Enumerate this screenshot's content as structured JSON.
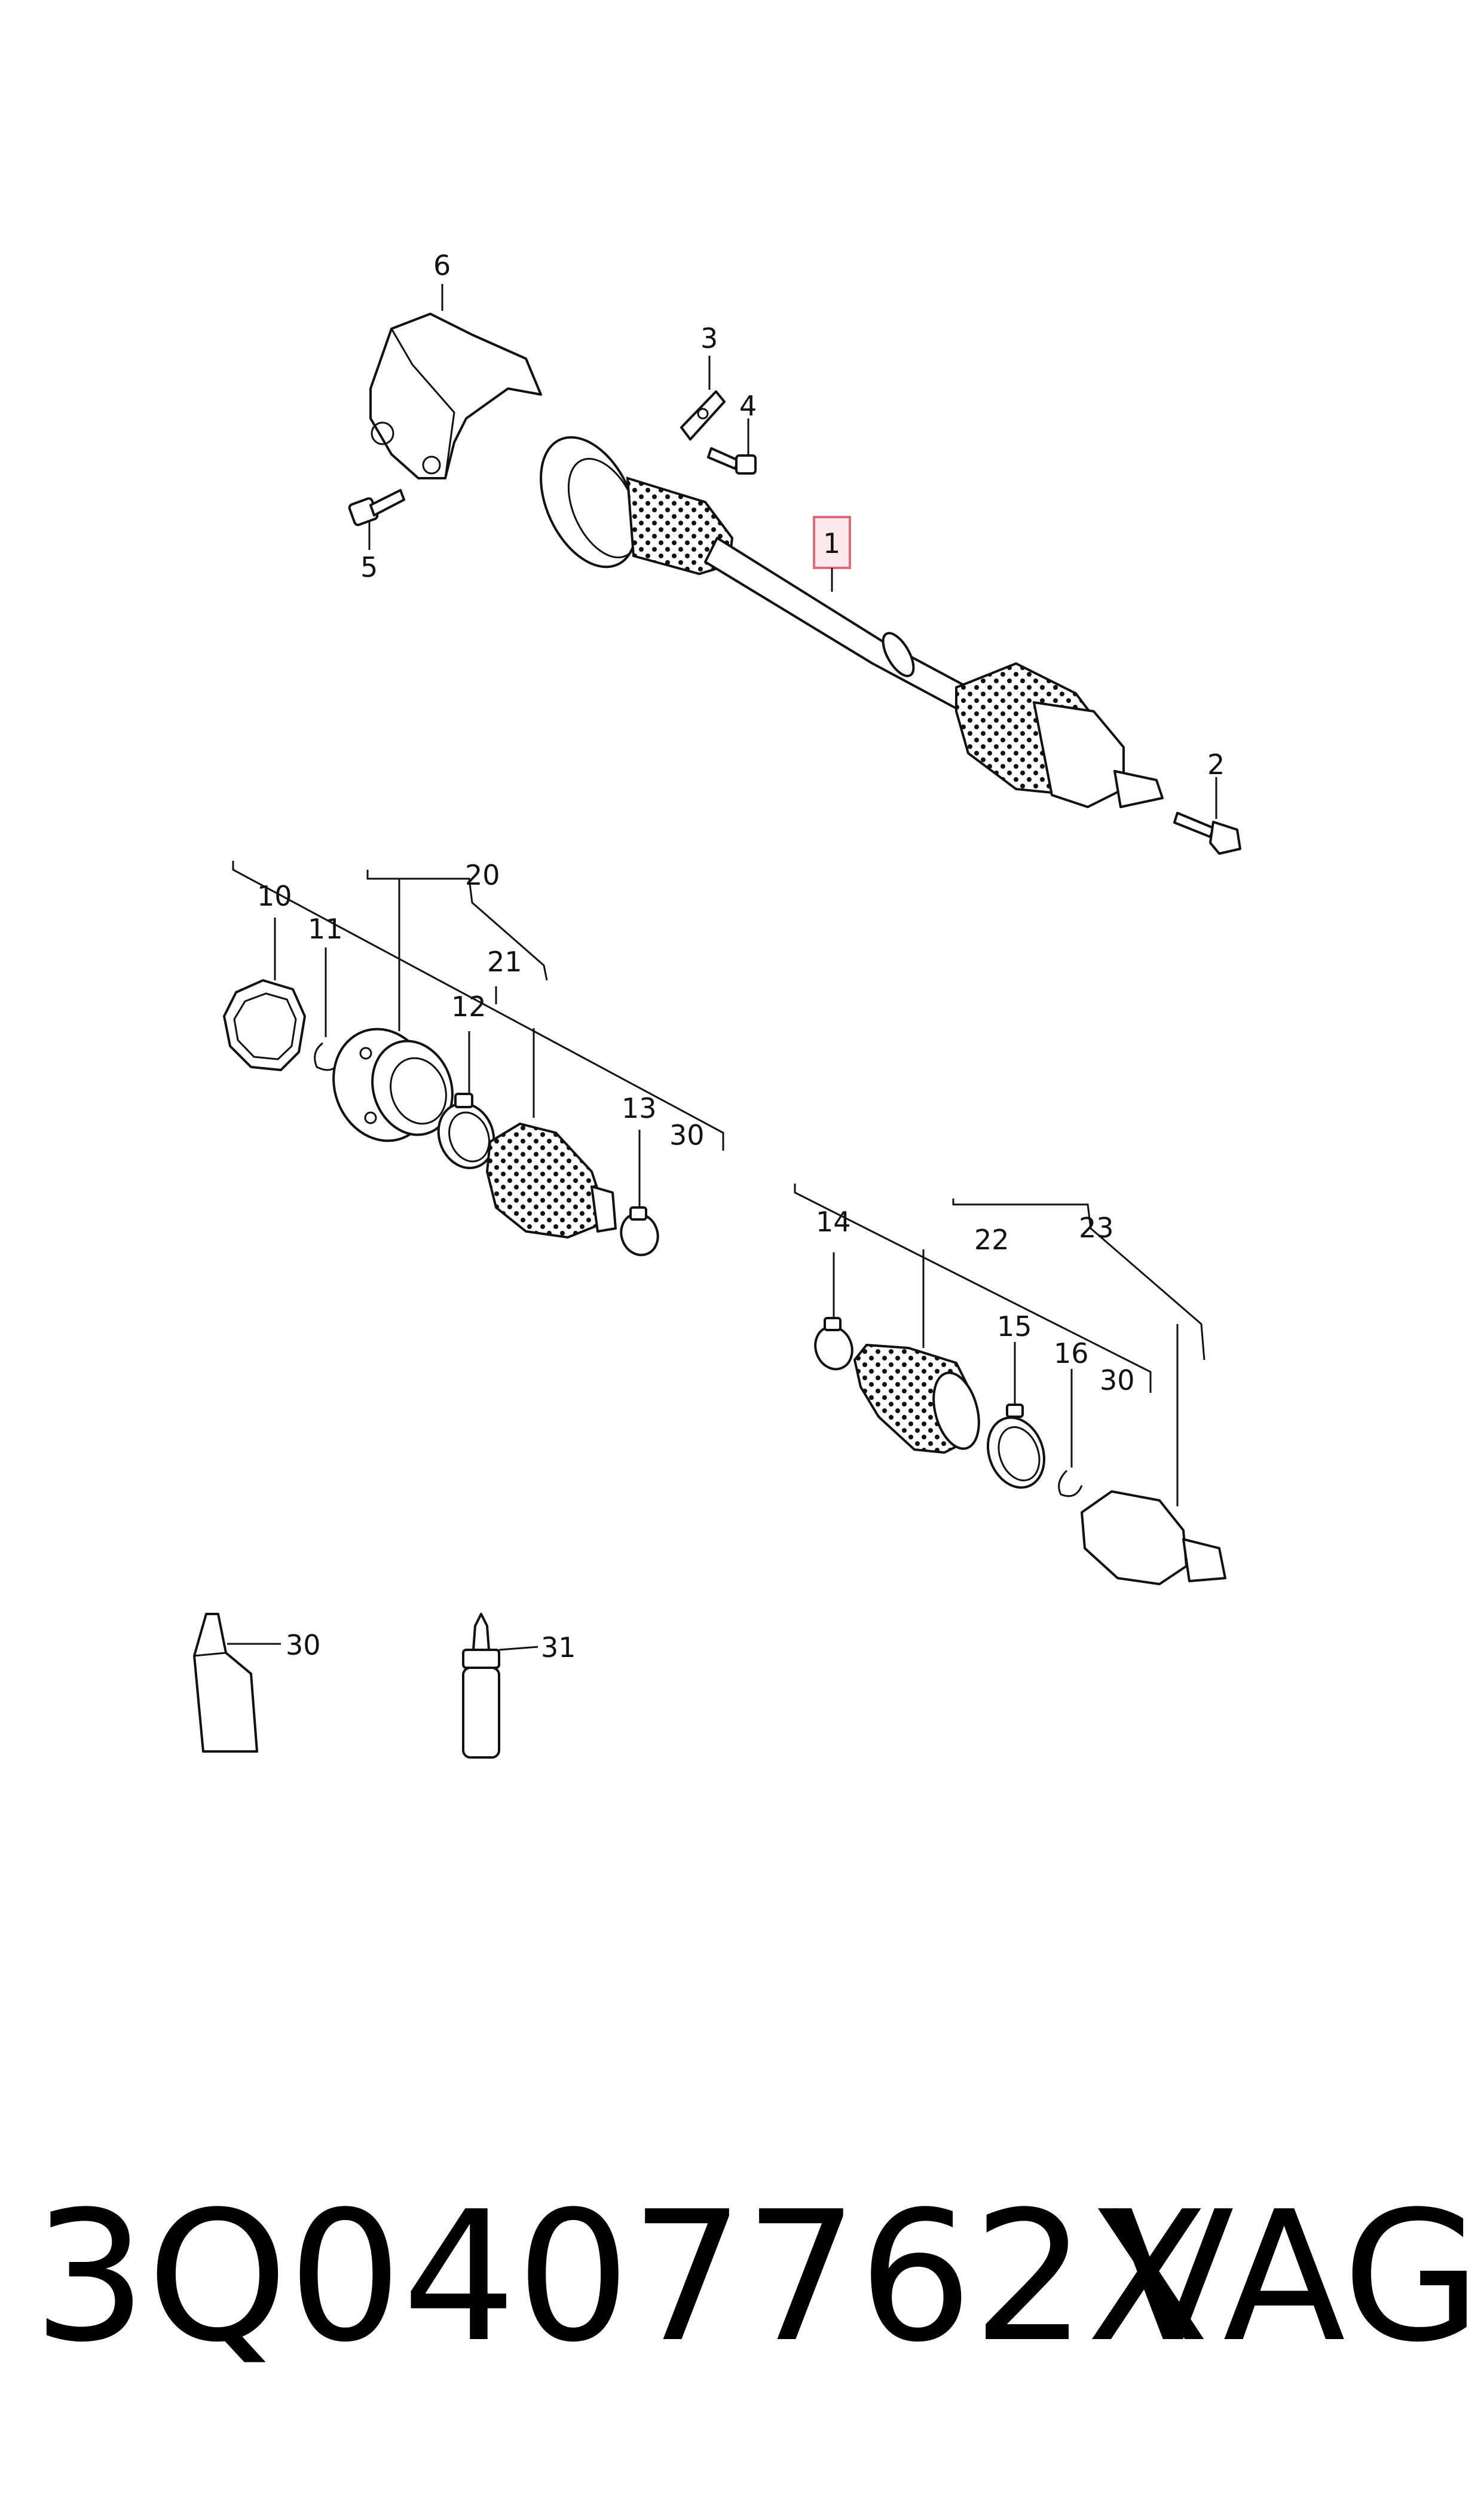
{
  "diagram": {
    "callouts": [
      "1",
      "2",
      "3",
      "4",
      "5",
      "6",
      "10",
      "11",
      "12",
      "13",
      "14",
      "15",
      "16",
      "20",
      "21",
      "22",
      "23",
      "30",
      "30",
      "30",
      "31"
    ],
    "highlighted_callout": "1",
    "highlight_color": "#e06a78",
    "line_color": "#111111",
    "icons": [
      "drive-shaft-icon",
      "heat-shield-icon",
      "bolt-icon",
      "locking-plate-icon",
      "gasket-icon",
      "circlip-icon",
      "joint-flange-icon",
      "hose-clamp-icon",
      "boot-icon",
      "outer-cv-joint-icon",
      "grease-tube-icon",
      "bottle-icon"
    ]
  },
  "footer": {
    "part_number": "3Q0407762X",
    "brand": "VAG"
  }
}
